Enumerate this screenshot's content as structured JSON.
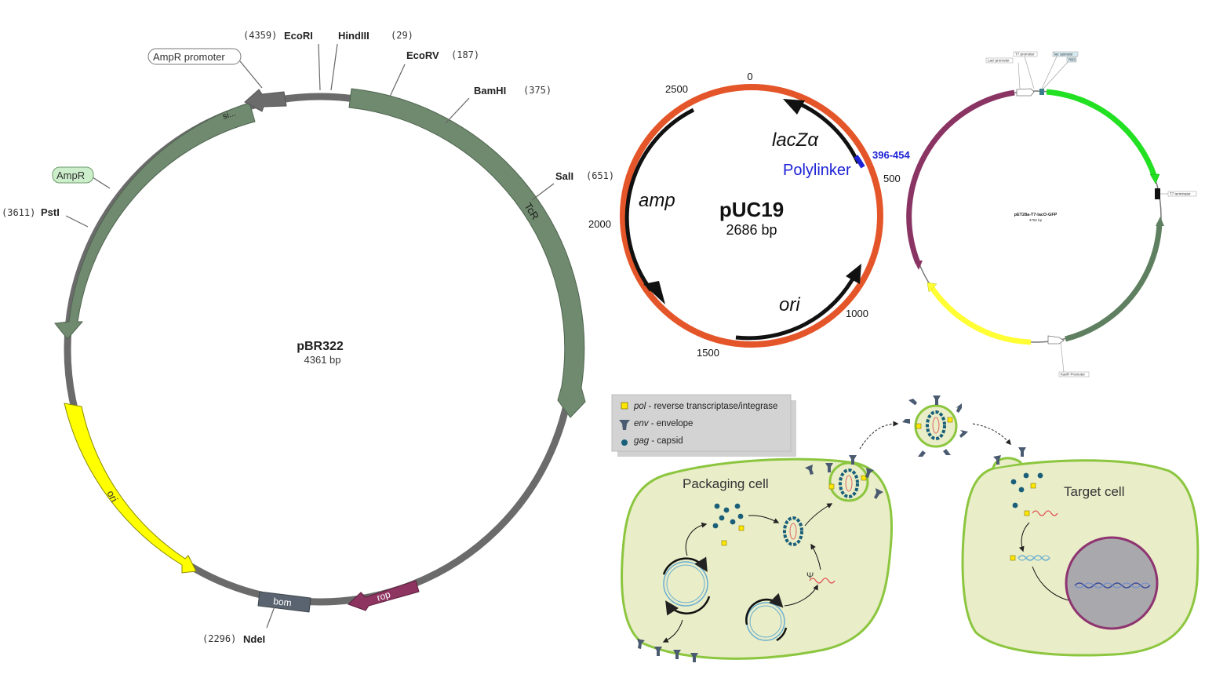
{
  "pbr322": {
    "name": "pBR322",
    "size": "4361 bp",
    "sites": [
      {
        "pos": "(4359)",
        "enzyme": "EcoRI"
      },
      {
        "pos": "(29)",
        "enzyme": "HindIII"
      },
      {
        "pos": "(187)",
        "enzyme": "EcoRV"
      },
      {
        "pos": "(375)",
        "enzyme": "BamHI"
      },
      {
        "pos": "(651)",
        "enzyme": "SalI"
      },
      {
        "pos": "(3611)",
        "enzyme": "PstI"
      },
      {
        "pos": "(2296)",
        "enzyme": "NdeI"
      }
    ],
    "features": {
      "ampr_promoter": "AmpR promoter",
      "ampr": "AmpR",
      "tcr": "TcR",
      "ori": "ori",
      "rop": "rop",
      "bom": "bom",
      "si": "si..."
    },
    "colors": {
      "backbone": "#6b6b6b",
      "gene": "#6f8a6e",
      "ori": "#ffff00",
      "rop": "#8e3460",
      "bom": "#5a6470"
    }
  },
  "puc19": {
    "name": "pUC19",
    "size": "2686 bp",
    "ticks": [
      "0",
      "500",
      "1000",
      "1500",
      "2000",
      "2500"
    ],
    "features": {
      "lacz": "lacZα",
      "polylinker": "Polylinker",
      "polylinker_range": "396-454",
      "amp": "amp",
      "ori": "ori"
    },
    "colors": {
      "ring": "#e4562a",
      "polylinker": "#1d22d4"
    }
  },
  "pet28a": {
    "name": "pET28a-T7-lacO-GFP",
    "size": "3756 bp",
    "labels": [
      "T7 promoter",
      "lac operator",
      "RBS",
      "LacI promoter",
      "T7 terminator",
      "KanR Promoter"
    ],
    "colors": {
      "gfp": "#22e022",
      "laci": "#8a3464",
      "kan": "#5f8060",
      "ori": "#ffff33"
    }
  },
  "retro": {
    "legend": [
      {
        "italic": "pol",
        "text": " - reverse transcriptase/integrase"
      },
      {
        "italic": "env",
        "text": " - envelope"
      },
      {
        "italic": "gag",
        "text": " - capsid"
      }
    ],
    "packaging_cell": "Packaging cell",
    "target_cell": "Target cell",
    "psi": "Ψ",
    "colors": {
      "cell": "#e9edc8",
      "membrane": "#8cc63f",
      "nucleus": "#a9a9ad",
      "capsid": "#1a5f7a",
      "pol": "#ffe600",
      "env": "#4a5a70"
    }
  }
}
